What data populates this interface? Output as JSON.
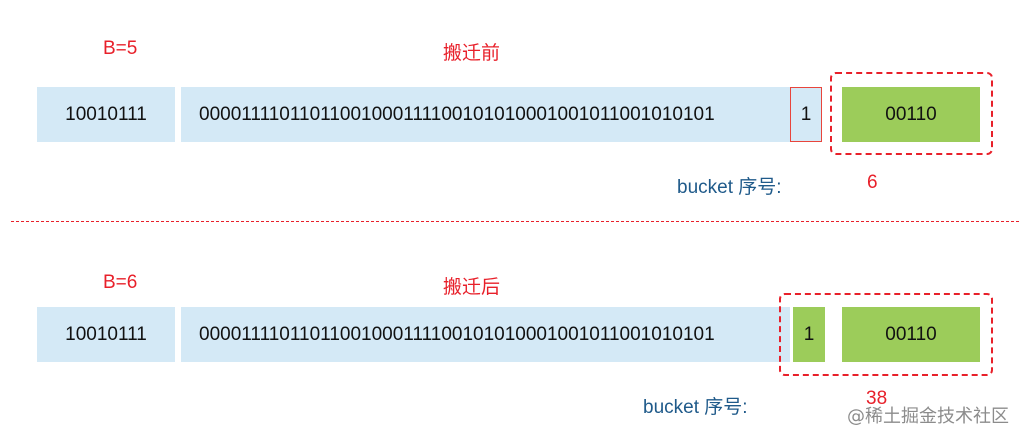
{
  "before": {
    "b_label": "B=5",
    "title": "搬迁前",
    "high_bits": "10010111",
    "mid_bits": "0000111101101100100011110010101000100101100101010 1",
    "mid_bits_text": "000011110110110010001111001010100010010110010101 01",
    "extra_bit": "1",
    "low_bits": "00110",
    "bucket_label": "bucket 序号:",
    "bucket_value": "6"
  },
  "after": {
    "b_label": "B=6",
    "title": "搬迁后",
    "high_bits": "10010111",
    "extra_bit": "1",
    "low_bits": "00110",
    "bucket_label": "bucket 序号:",
    "bucket_value": "38"
  },
  "shared_mid_bits": "0000111101101100100011110010101000100101100101010 1",
  "watermark": "@稀土掘金技术社区",
  "colors": {
    "accent_red": "#e8202a",
    "bucket_blue": "#1f5a8a",
    "cell_blue": "#d4e9f6",
    "cell_green": "#9ccc5a"
  }
}
